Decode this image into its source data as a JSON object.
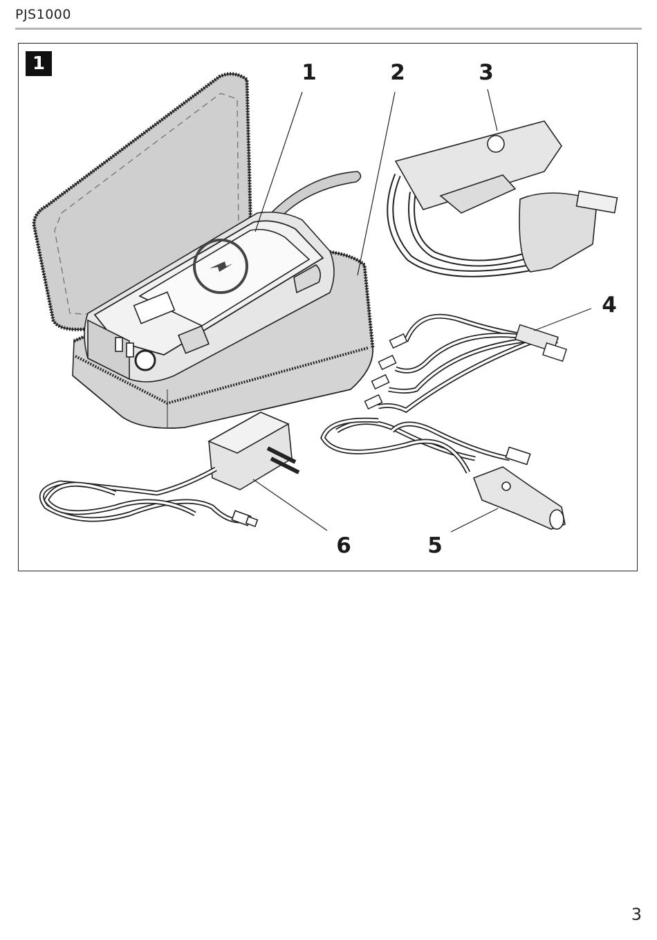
{
  "header": {
    "title": "PJS1000"
  },
  "figure": {
    "number": "1",
    "callouts": [
      "1",
      "2",
      "3",
      "4",
      "5",
      "6"
    ]
  },
  "page": {
    "number": "3"
  }
}
